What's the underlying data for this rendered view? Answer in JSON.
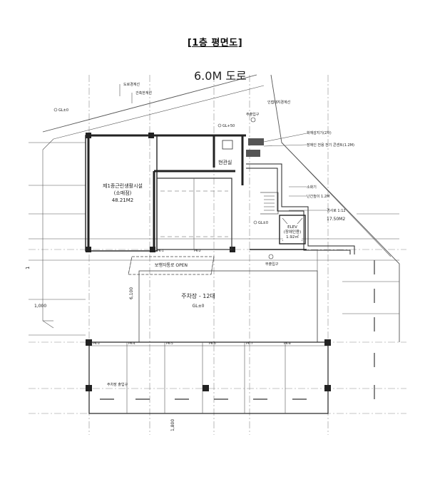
{
  "drawing": {
    "title": "[1층 평면도]",
    "road_label": "6.0M 도로",
    "room_retail": {
      "name": "제1종근린생활시설",
      "use": "(소매점)",
      "area": "48.21M2"
    },
    "parking": {
      "label": "주차장 - 12대",
      "level": "GL±0"
    },
    "entrance": "현관실",
    "elevator": {
      "code": "ELEV",
      "name": "(장애인용)",
      "area": "1.92㎡"
    },
    "shaft_area": "17.50M2",
    "corridor_note": "보행자통로 OPEN",
    "dim_height": "6,100",
    "dim_left": "1,000",
    "dim_bottom": "1,800",
    "grid_mark": "1",
    "notes_top": [
      "도로경계선",
      "건축한계선",
      "인접대지경계선",
      "주출입구",
      "부출입구"
    ],
    "notes_right": [
      "화재감지기(2차)",
      "장애인 전용 전기 콘센트(1.2M)",
      "소화기",
      "난간높이 1.2M",
      "경사로 1:12"
    ],
    "level_marks": [
      "GL±0",
      "GL+50",
      "GL±0"
    ],
    "column_labels": [
      "PK-1",
      "PK-2",
      "PK-3",
      "PK-4",
      "PK-5",
      "PK-6",
      "PK-7",
      "PK-8"
    ],
    "bottom_note": "주차장 출입구"
  }
}
